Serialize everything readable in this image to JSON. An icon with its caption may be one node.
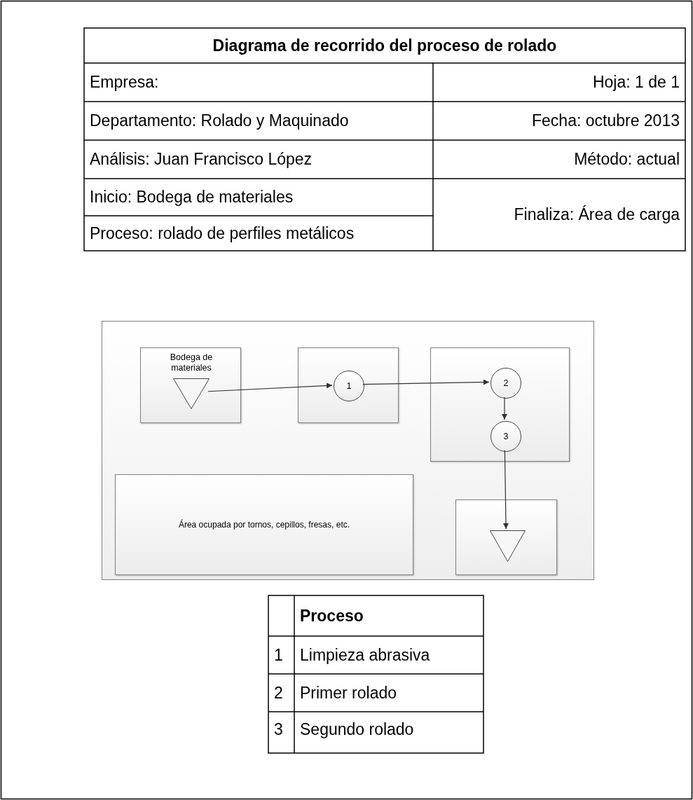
{
  "diagram": {
    "title": "Diagrama de recorrido del proceso de rolado",
    "nodes": [
      {
        "text": [],
        "shape": "box"
      },
      {
        "text": [
          "Bodega de materiales"
        ],
        "in": 0
      },
      {
        "text": [],
        "shape": "triangle",
        "in": 1
      },
      {
        "text": [],
        "shape": "box",
        "in": 0
      },
      {
        "text": [
          "1"
        ],
        "in": 3
      },
      {
        "text": [],
        "shape": "box",
        "in": 0
      },
      {
        "text": [
          "2"
        ],
        "in": 5
      },
      {
        "text": [
          "3"
        ],
        "in": 5
      },
      {
        "text": [
          "Área ocupada por tornos, cepillos, fresas, etc."
        ],
        "in": 0
      },
      {
        "text": [],
        "shape": "box",
        "in": 0
      },
      {
        "text": [],
        "shape": "triangle",
        "in": 9
      }
    ],
    "edges": [
      {
        "from": 2,
        "to": 4,
        "arrow": "to"
      },
      {
        "from": 4,
        "to": 6,
        "arrow": "to"
      },
      {
        "from": 6,
        "to": 7,
        "arrow": "to"
      },
      {
        "from": 7,
        "to": 10,
        "arrow": "to"
      }
    ],
    "labels": [
      "Empresa:",
      "Hoja: 1 de 1",
      "Departamento: Rolado y Maquinado",
      "Fecha: octubre 2013",
      "Análisis: Juan Francisco López",
      "Método: actual",
      "Inicio: Bodega de materiales",
      "Finaliza: Área de carga",
      "Proceso: rolado de perfiles metálicos",
      "Proceso",
      "1",
      "Limpieza abrasiva",
      "2",
      "Primer rolado",
      "3",
      "Segundo rolado"
    ]
  }
}
